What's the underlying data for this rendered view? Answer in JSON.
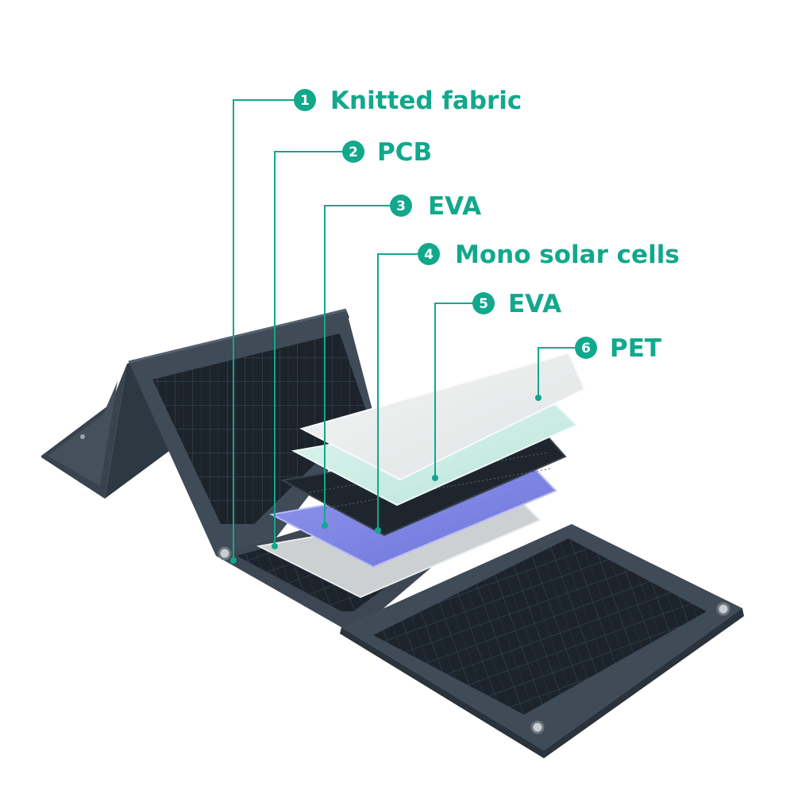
{
  "colors": {
    "accent": "#11a88c",
    "fabric": "#3e4a55",
    "fabric_dark": "#2c3640",
    "cells": "#1c2128",
    "pcb": "#d0d2d3",
    "eva_blue": "#7f86e6",
    "eva_clear": "#cfeee8",
    "pet": "#eceeee"
  },
  "layers": [
    {
      "num": "1",
      "label": "Knitted fabric"
    },
    {
      "num": "2",
      "label": "PCB"
    },
    {
      "num": "3",
      "label": "EVA"
    },
    {
      "num": "4",
      "label": "Mono solar cells"
    },
    {
      "num": "5",
      "label": "EVA"
    },
    {
      "num": "6",
      "label": "PET"
    }
  ]
}
